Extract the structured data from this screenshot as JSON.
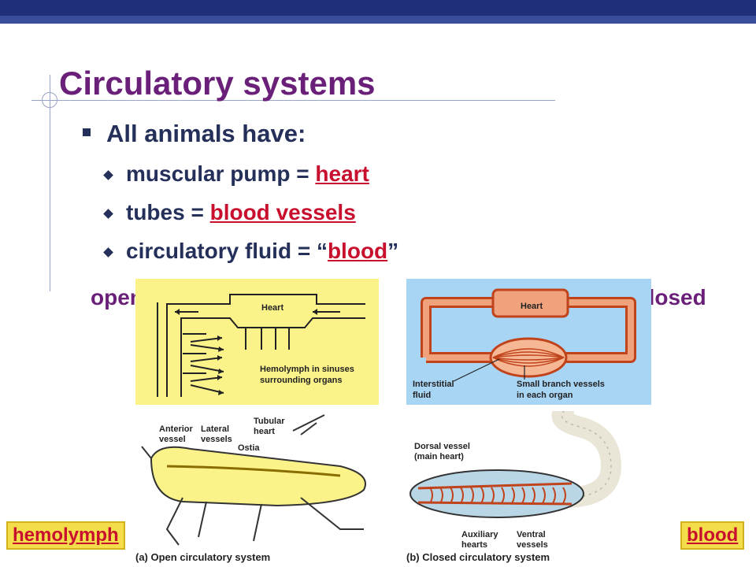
{
  "slide": {
    "title": "Circulatory systems",
    "bullet_main": "All animals have:",
    "items": [
      {
        "prefix": "muscular pump = ",
        "term": "heart",
        "suffix": ""
      },
      {
        "prefix": "tubes = ",
        "term": "blood vessels",
        "suffix": ""
      },
      {
        "prefix": "circulatory fluid = “",
        "term": "blood",
        "suffix": "”"
      }
    ]
  },
  "labels": {
    "open": "open",
    "closed": "closed"
  },
  "diagram_open": {
    "heart": "Heart",
    "note_line1": "Hemolymph in sinuses",
    "note_line2": "surrounding organs",
    "bg": "#fbf38a"
  },
  "diagram_closed": {
    "heart": "Heart",
    "interstitial_line1": "Interstitial",
    "interstitial_line2": "fluid",
    "branch_line1": "Small branch vessels",
    "branch_line2": "in each organ",
    "bg": "#a9d5f5"
  },
  "grasshopper": {
    "anterior_line1": "Anterior",
    "anterior_line2": "vessel",
    "lateral_line1": "Lateral",
    "lateral_line2": "vessels",
    "tubular_line1": "Tubular",
    "tubular_line2": "heart",
    "ostia": "Ostia"
  },
  "worm": {
    "dorsal_line1": "Dorsal vessel",
    "dorsal_line2": "(main heart)",
    "aux_line1": "Auxiliary",
    "aux_line2": "hearts",
    "ventral_line1": "Ventral",
    "ventral_line2": "vessels"
  },
  "captions": {
    "open": "(a) Open circulatory system",
    "closed": "(b) Closed circulatory system"
  },
  "buttons": {
    "hemolymph": "hemolymph",
    "blood": "blood"
  }
}
